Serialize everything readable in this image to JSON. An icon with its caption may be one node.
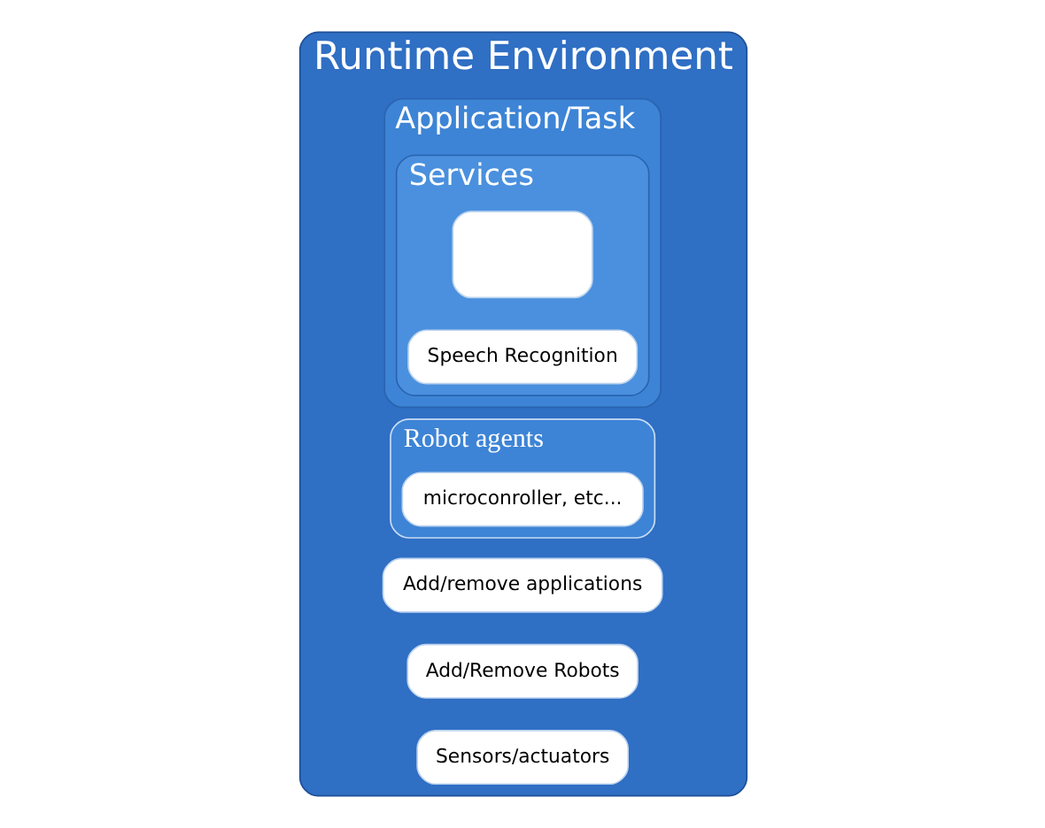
{
  "diagram": {
    "nodes": [
      {
        "text": [
          "Runtime Environment"
        ]
      },
      {
        "text": [
          "Add/remove applications"
        ],
        "in": 0
      },
      {
        "text": [
          "Add/Remove Robots"
        ],
        "in": 0
      },
      {
        "text": [
          "Application/Task"
        ],
        "in": 0
      },
      {
        "text": [
          "Services"
        ],
        "in": 3
      },
      {
        "text": [],
        "shape": "box",
        "in": 4
      },
      {
        "text": [
          "Speech Recognition"
        ],
        "in": 4
      },
      {
        "text": [
          "Robot agents"
        ],
        "in": 0
      },
      {
        "text": [
          "microconroller, etc..."
        ],
        "in": 7
      },
      {
        "text": [
          "Sensors/actuators"
        ],
        "in": 0
      }
    ]
  }
}
